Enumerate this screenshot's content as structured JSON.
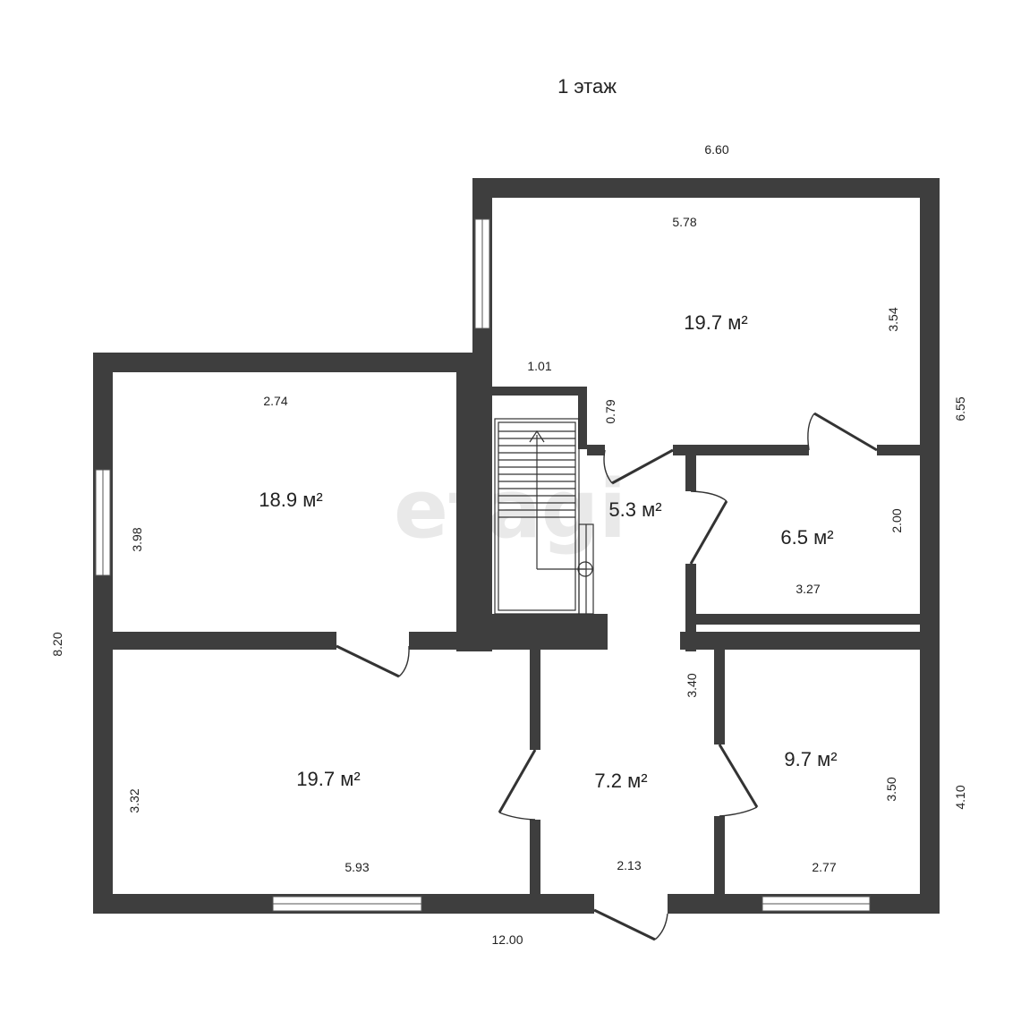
{
  "title": "1 этаж",
  "watermark": "etagi",
  "colors": {
    "wall": "#3e3e3e",
    "background": "#ffffff"
  },
  "rooms": [
    {
      "id": "top-right-room",
      "area": "19.7 м²"
    },
    {
      "id": "left-upper-room",
      "area": "18.9 м²"
    },
    {
      "id": "hall-upper",
      "area": "5.3 м²"
    },
    {
      "id": "small-room",
      "area": "6.5 м²"
    },
    {
      "id": "left-lower-room",
      "area": "19.7 м²"
    },
    {
      "id": "hall-lower",
      "area": "7.2 м²"
    },
    {
      "id": "right-lower-room",
      "area": "9.7 м²"
    }
  ],
  "dimensions": {
    "top_outer_width": "6.60",
    "top_room_width": "5.78",
    "top_room_height": "3.54",
    "right_outer_upper": "6.55",
    "stair_width": "1.01",
    "stair_gap": "0.79",
    "left_upper_width": "2.74",
    "left_upper_height": "3.98",
    "left_outer_height": "8.20",
    "small_room_height": "2.00",
    "small_room_width": "3.27",
    "hall_lower_height": "3.40",
    "left_lower_height": "3.32",
    "left_lower_width": "5.93",
    "hall_lower_width": "2.13",
    "right_lower_width": "2.77",
    "right_lower_height": "3.50",
    "right_outer_lower": "4.10",
    "bottom_outer_width": "12.00"
  }
}
